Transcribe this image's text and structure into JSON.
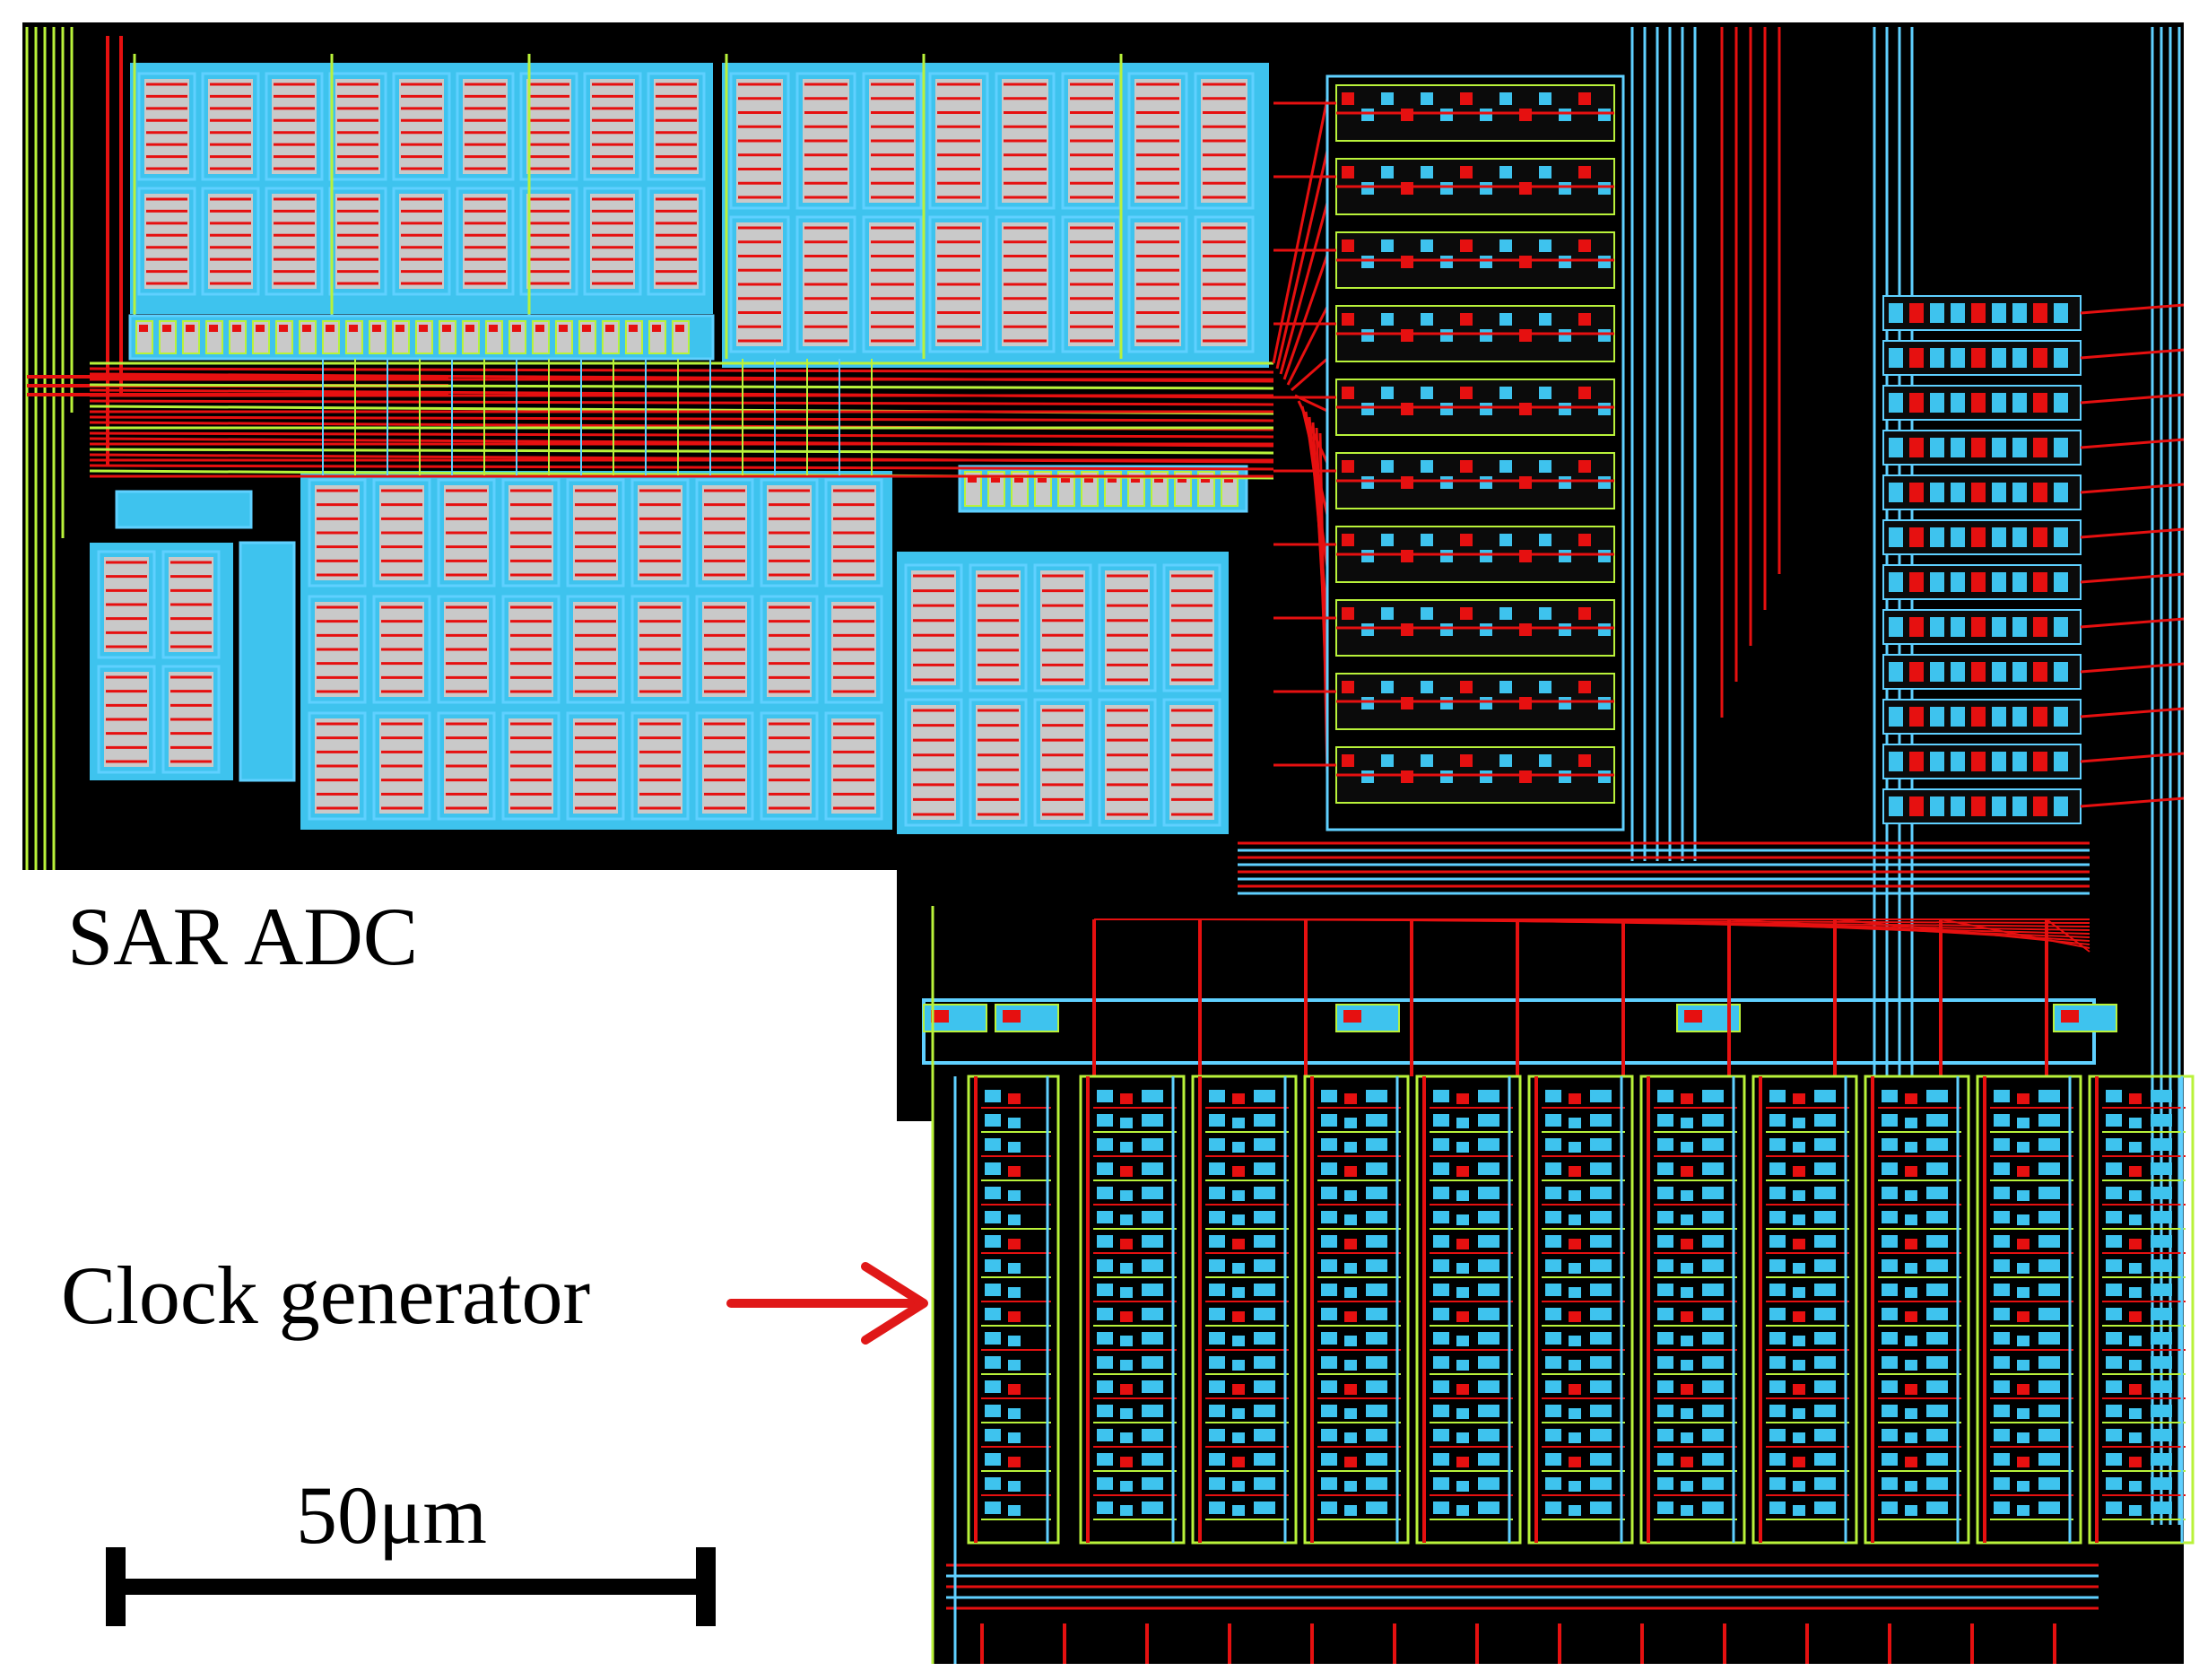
{
  "figure": {
    "labels": {
      "sar_adc": "SAR ADC",
      "clock_generator": "Clock generator",
      "scale_bar": "50μm"
    },
    "colors": {
      "background": "#ffffff",
      "die": "#000000",
      "diffusion": "#3ec3ee",
      "poly_fill": "#c9c9c9",
      "metal_red": "#e61010",
      "metal_green": "#b9f23a",
      "metal_cyan": "#5fd0ff",
      "arrow": "#e01818",
      "text": "#000000"
    }
  }
}
